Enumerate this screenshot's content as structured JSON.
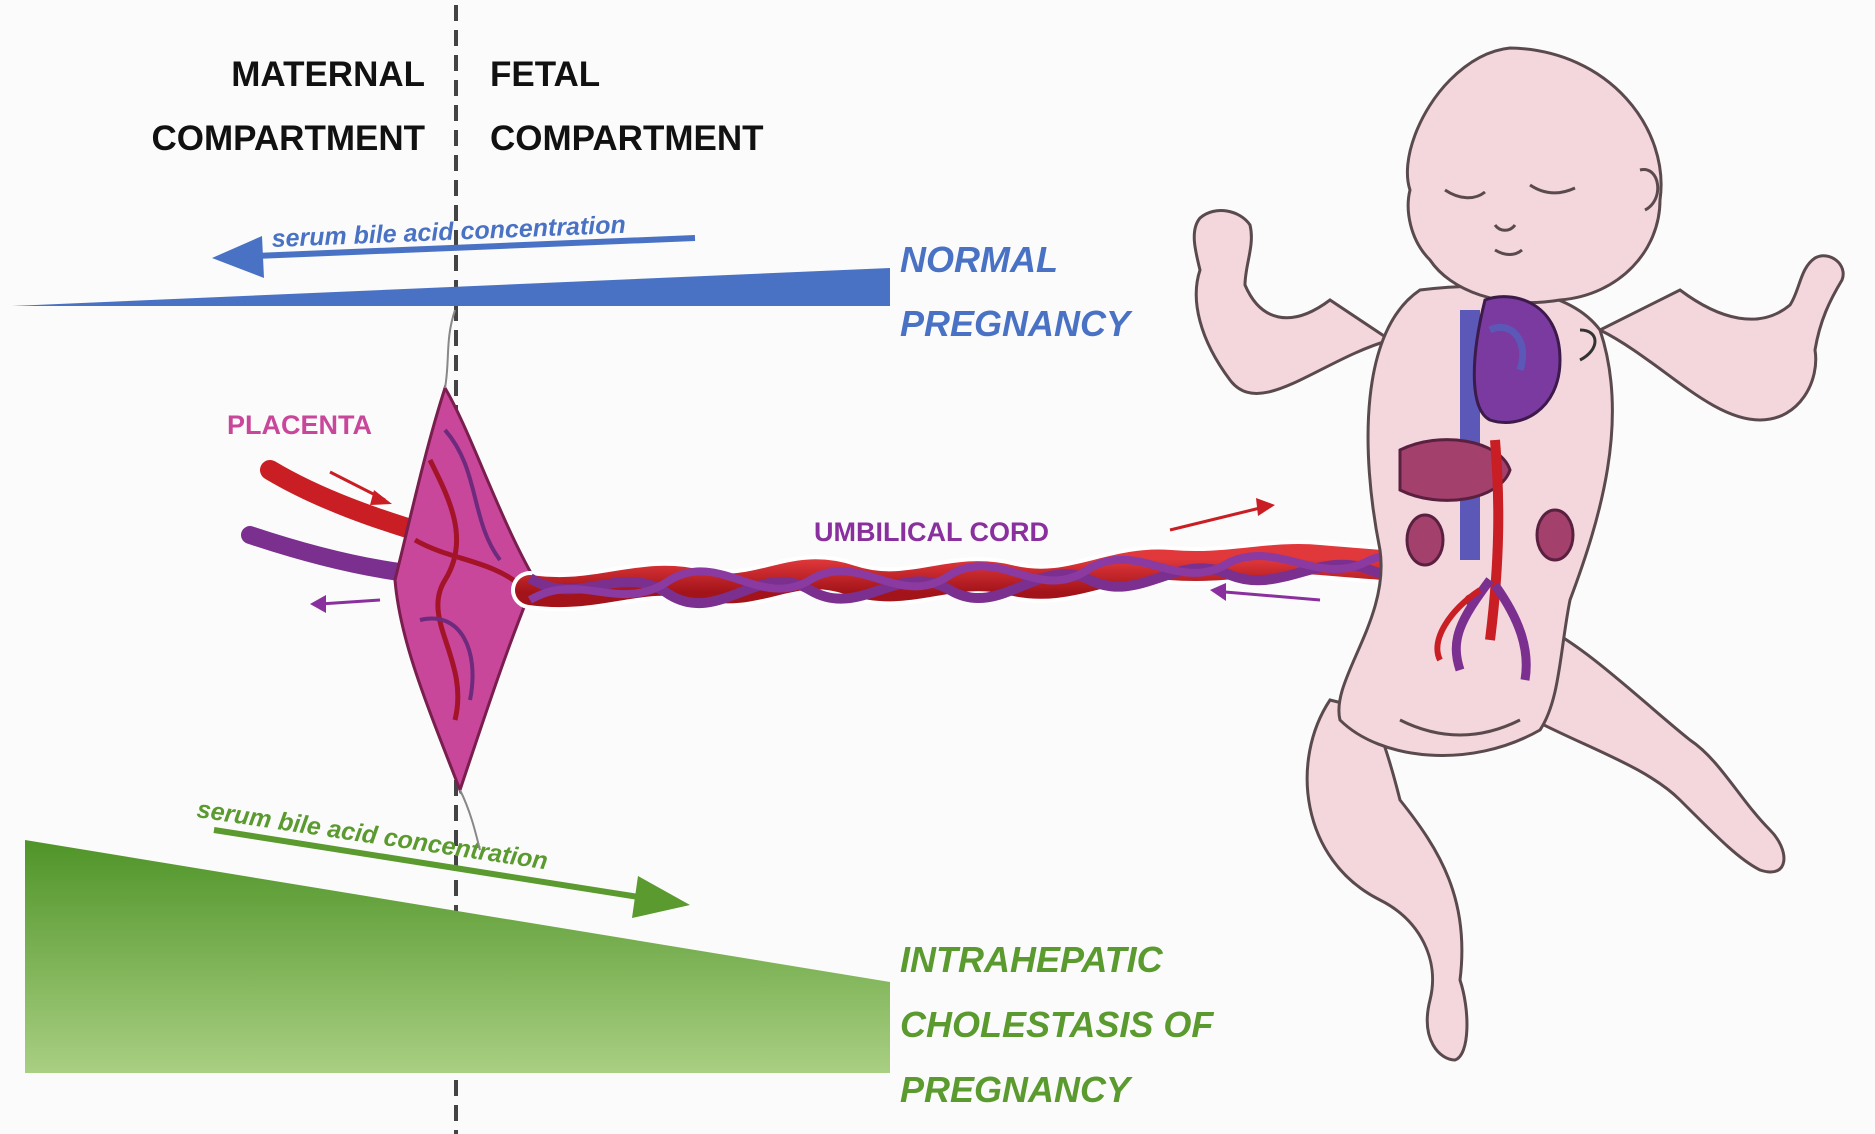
{
  "header": {
    "maternal_line1": "MATERNAL",
    "maternal_line2": "COMPARTMENT",
    "fetal_line1": "FETAL",
    "fetal_line2": "COMPARTMENT"
  },
  "normal": {
    "arrow_label": "serum bile acid concentration",
    "label_line1": "NORMAL",
    "label_line2": "PREGNANCY",
    "color": "#4a72c4"
  },
  "icp": {
    "arrow_label": "serum bile acid concentration",
    "label_line1": "INTRAHEPATIC",
    "label_line2": "CHOLESTASIS OF",
    "label_line3": "PREGNANCY",
    "color": "#5a9a2e"
  },
  "anatomy": {
    "placenta_label": "PLACENTA",
    "placenta_color": "#c9479b",
    "cord_label": "UMBILICAL CORD",
    "cord_label_color": "#8a2f9e",
    "artery_color": "#c81e24",
    "vein_color": "#7b2f8f",
    "skin_color": "#f3d7dd"
  }
}
